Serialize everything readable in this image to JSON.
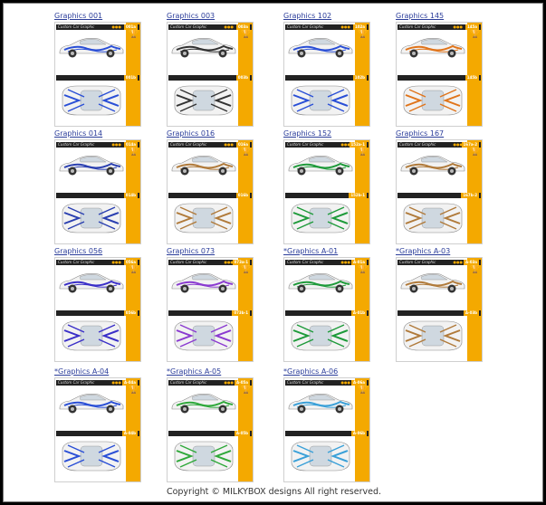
{
  "colors": {
    "accent": "#f4a900",
    "link": "#2b3d9a",
    "frame": "#000000"
  },
  "card_labels": {
    "brand": "Custom Car Graphic",
    "dots": "●●●"
  },
  "items": [
    {
      "title": "Graphics 001",
      "code_side": "001a",
      "code_top": "001b",
      "color": "#2a4fd6",
      "icon": "trophy-icon"
    },
    {
      "title": "Graphics 003",
      "code_side": "003a",
      "code_top": "003b",
      "color": "#333333",
      "icon": "trophy-icon"
    },
    {
      "title": "Graphics 102",
      "code_side": "102a",
      "code_top": "102b",
      "color": "#2a4fd6",
      "icon": "trophy-icon"
    },
    {
      "title": "Graphics 145",
      "code_side": "145a",
      "code_top": "145b",
      "color": "#e0741a",
      "icon": "trophy-icon"
    },
    {
      "title": "Graphics 014",
      "code_side": "014a",
      "code_top": "014b",
      "color": "#2a3fb0",
      "icon": "trophy-icon"
    },
    {
      "title": "Graphics 016",
      "code_side": "016a",
      "code_top": "016b",
      "color": "#b07a3a",
      "icon": "trophy-icon"
    },
    {
      "title": "Graphics 152",
      "code_side": "152a-1",
      "code_top": "152b-1",
      "color": "#1e9a3a",
      "icon": "trophy-icon"
    },
    {
      "title": "Graphics 167",
      "code_side": "167a-2",
      "code_top": "167b-2",
      "color": "#b07a3a",
      "icon": "trophy-icon"
    },
    {
      "title": "Graphics 056",
      "code_side": "056a",
      "code_top": "056b",
      "color": "#3a2fc8",
      "icon": "trophy-icon"
    },
    {
      "title": "Graphics 073",
      "code_side": "073a-1",
      "code_top": "073b-1",
      "color": "#8a3ad0",
      "icon": "trophy-icon"
    },
    {
      "title": "*Graphics A-01",
      "code_side": "A-01a",
      "code_top": "A-01b",
      "color": "#1e9a3a",
      "icon": "trophy-icon"
    },
    {
      "title": "*Graphics A-03",
      "code_side": "A-03a",
      "code_top": "A-03b",
      "color": "#b07a3a",
      "icon": "trophy-icon"
    },
    {
      "title": "*Graphics A-04",
      "code_side": "A-04a",
      "code_top": "A-04b",
      "color": "#2a4fd6",
      "icon": "trophy-icon"
    },
    {
      "title": "*Graphics A-05",
      "code_side": "A-05a",
      "code_top": "A-05b",
      "color": "#2fa83a",
      "icon": "trophy-icon"
    },
    {
      "title": "*Graphics A-06",
      "code_side": "A-06a",
      "code_top": "A-06b",
      "color": "#3aa0d8",
      "icon": "trophy-icon"
    }
  ],
  "footer": {
    "copyright": "Copyright © MILKYBOX designs All right reserved."
  }
}
